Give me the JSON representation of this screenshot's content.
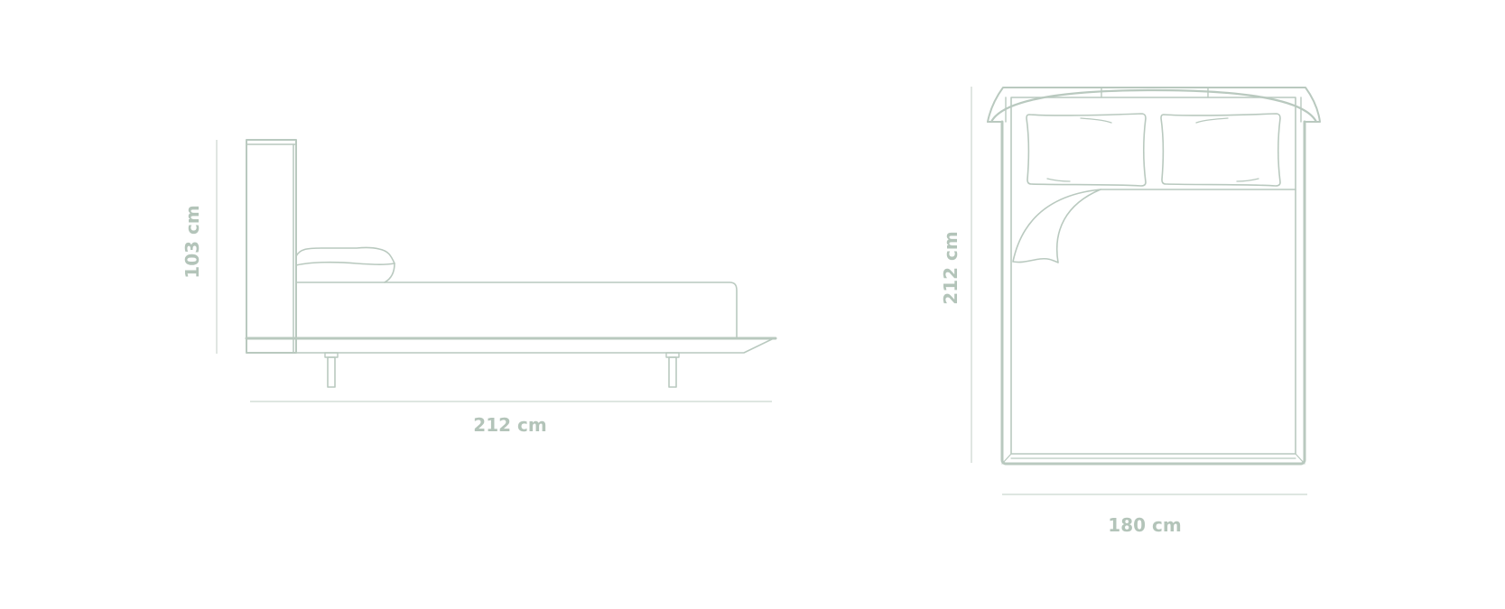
{
  "side_view": {
    "height_label": "103 cm",
    "length_label": "212 cm"
  },
  "top_view": {
    "length_label": "212 cm",
    "width_label": "180 cm"
  },
  "colors": {
    "line": "#b9c9bf",
    "dimension_line": "#cbd6cf",
    "label": "#b3c4b9"
  }
}
